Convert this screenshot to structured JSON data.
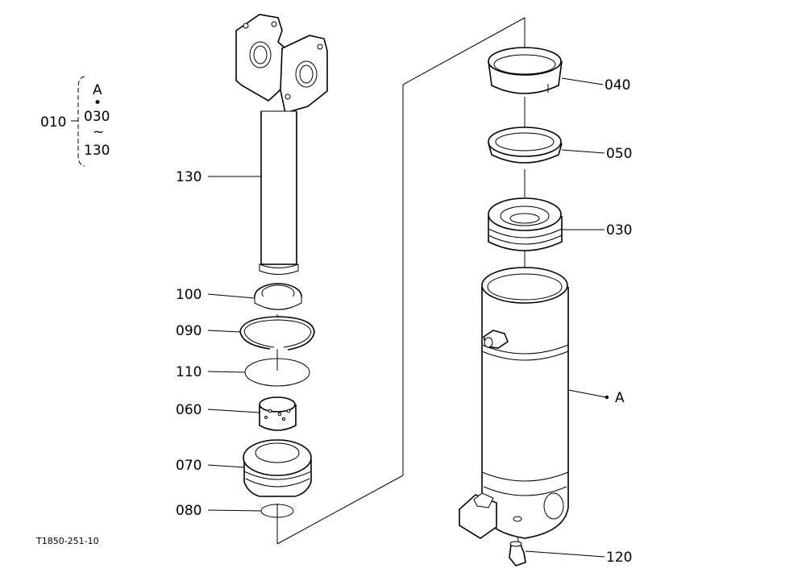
{
  "diagram": {
    "drawing_number": "T1850-251-10",
    "assembly": {
      "label": "010",
      "contents": [
        "A",
        "•",
        "030",
        "~",
        "130"
      ]
    },
    "callouts": [
      {
        "id": "c130",
        "text": "130"
      },
      {
        "id": "c100",
        "text": "100"
      },
      {
        "id": "c090",
        "text": "090"
      },
      {
        "id": "c110",
        "text": "110"
      },
      {
        "id": "c060",
        "text": "060"
      },
      {
        "id": "c070",
        "text": "070"
      },
      {
        "id": "c080",
        "text": "080"
      },
      {
        "id": "c040",
        "text": "040"
      },
      {
        "id": "c050",
        "text": "050"
      },
      {
        "id": "c030",
        "text": "030"
      },
      {
        "id": "cA",
        "text": "A"
      },
      {
        "id": "c120",
        "text": "120"
      }
    ]
  }
}
